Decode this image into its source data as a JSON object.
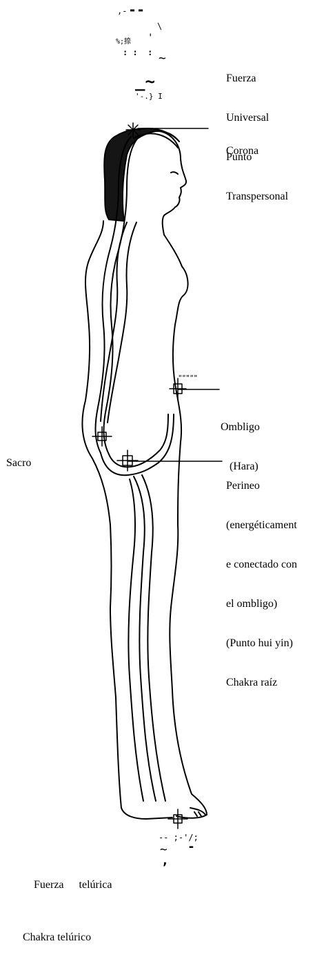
{
  "labels": {
    "top": [
      "Fuerza",
      "Universal",
      "Punto",
      "Transpersonal"
    ],
    "corona": "Corona",
    "ombligo": [
      "Ombligo",
      "(Hara)"
    ],
    "sacro": "Sacro",
    "perineo": [
      "Perineo",
      "(energéticament",
      "e conectado con",
      "el ombligo)",
      "(Punto hui yin)",
      "Chakra raíz"
    ],
    "bottom_line1_word1": "Fuerza",
    "bottom_line1_word2": "telúrica",
    "bottom_line2": "Chakra telúrico"
  },
  "glyphs": {
    "g1": ",-",
    "g2": "--",
    "g3": "\\",
    "g4": "%;捺",
    "g5": "'",
    "g6": ": :  :",
    "g7": "~",
    "g8": "_~",
    "g9": "'-.} I",
    "g10": "\"\"\"\"\"",
    "g11": "-- ;-'/;",
    "g12": "~",
    "g13": "-",
    "g14": ","
  },
  "colors": {
    "ink": "#000000",
    "background": "#ffffff"
  }
}
